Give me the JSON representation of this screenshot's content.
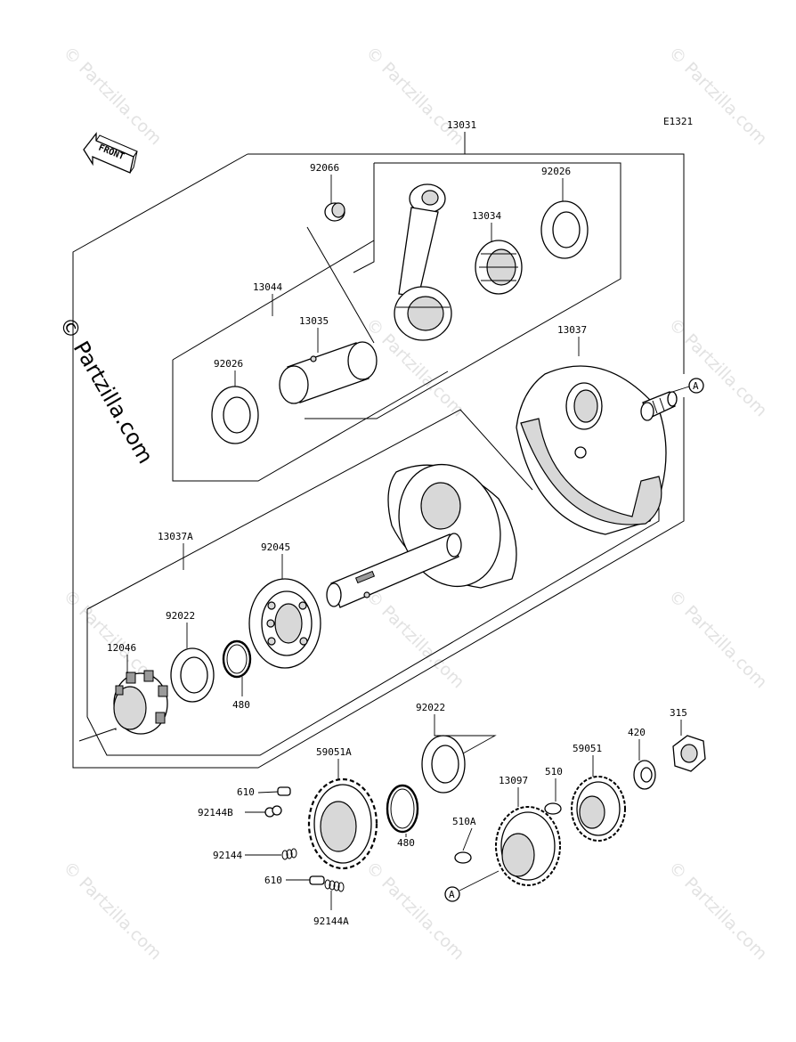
{
  "diagram_code": "E1321",
  "front_label": "FRONT",
  "watermark_text": "© Partzilla.com",
  "side_watermark": "© Partzilla.com",
  "ref_marker": "A",
  "parts": {
    "p13031": "13031",
    "p92066": "92066",
    "p92026a": "92026",
    "p13034": "13034",
    "p13044": "13044",
    "p13035": "13035",
    "p92026b": "92026",
    "p13037": "13037",
    "p13037A": "13037A",
    "p92045": "92045",
    "p92022a": "92022",
    "p12046": "12046",
    "p480a": "480",
    "p92022b": "92022",
    "p315": "315",
    "p420": "420",
    "p59051A": "59051A",
    "p59051": "59051",
    "p510": "510",
    "p13097": "13097",
    "p610a": "610",
    "p92144B": "92144B",
    "p480b": "480",
    "p510A": "510A",
    "p92144": "92144",
    "p610b": "610",
    "p92144A": "92144A"
  }
}
